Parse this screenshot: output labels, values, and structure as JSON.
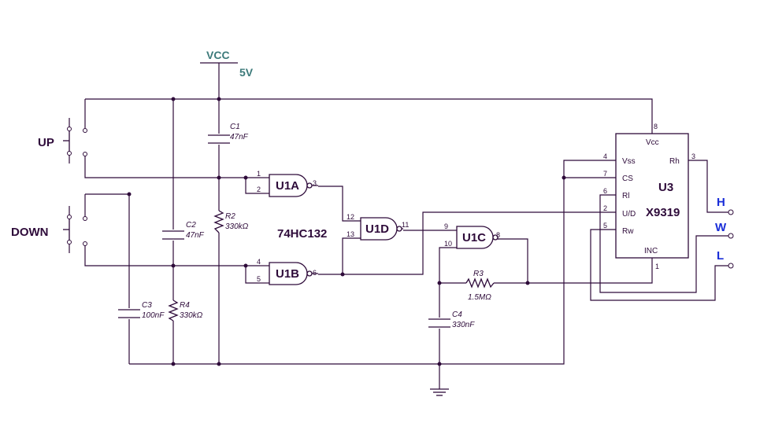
{
  "power": {
    "name": "VCC",
    "voltage": "5V"
  },
  "switches": {
    "up": "UP",
    "down": "DOWN"
  },
  "gates": {
    "u1a": {
      "label": "U1A",
      "pin_in1": "1",
      "pin_in2": "2",
      "pin_out": "3"
    },
    "u1b": {
      "label": "U1B",
      "pin_in1": "4",
      "pin_in2": "5",
      "pin_out": "6"
    },
    "u1d": {
      "label": "U1D",
      "pin_in1": "12",
      "pin_in2": "13",
      "pin_out": "11"
    },
    "u1c": {
      "label": "U1C",
      "pin_in1": "9",
      "pin_in2": "10",
      "pin_out": "8"
    },
    "part_number": "74HC132"
  },
  "components": {
    "c1": {
      "ref": "C1",
      "value": "47nF"
    },
    "c2": {
      "ref": "C2",
      "value": "47nF"
    },
    "c3": {
      "ref": "C3",
      "value": "100nF"
    },
    "c4": {
      "ref": "C4",
      "value": "330nF"
    },
    "r2": {
      "ref": "R2",
      "value": "330kΩ"
    },
    "r3": {
      "ref": "R3",
      "value": "1.5MΩ"
    },
    "r4": {
      "ref": "R4",
      "value": "330kΩ"
    }
  },
  "u3": {
    "ref": "U3",
    "part": "X9319",
    "pins": {
      "vcc": {
        "name": "Vcc",
        "num": "8"
      },
      "vss": {
        "name": "Vss",
        "num": "4"
      },
      "cs": {
        "name": "CS",
        "num": "7"
      },
      "rl": {
        "name": "Rl",
        "num": "6"
      },
      "ud": {
        "name": "U/D",
        "num": "2"
      },
      "rw": {
        "name": "Rw",
        "num": "5"
      },
      "rh": {
        "name": "Rh",
        "num": "3"
      },
      "inc": {
        "name": "INC",
        "num": "1"
      }
    }
  },
  "outputs": {
    "h": "H",
    "w": "W",
    "l": "L"
  },
  "colors": {
    "wire": "#2e0b3a",
    "vcc": "#3c7a7a",
    "ports": "#1a2ed8"
  }
}
